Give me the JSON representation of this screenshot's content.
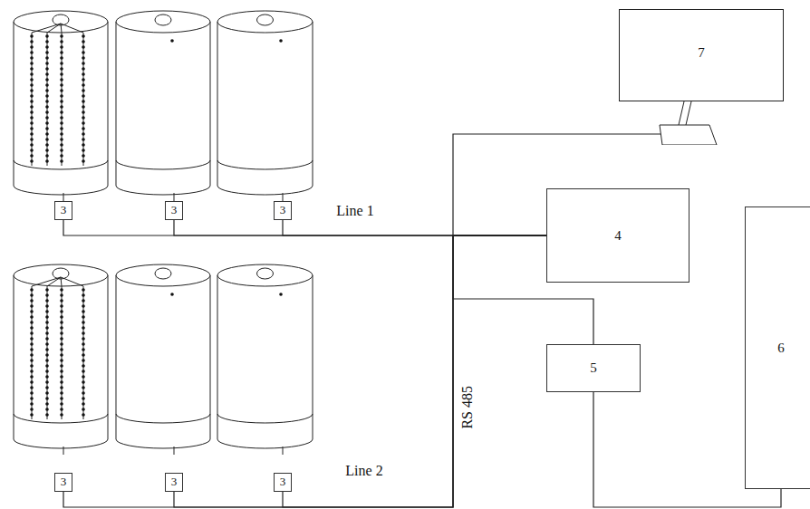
{
  "diagram": {
    "nodes": [
      {
        "text": [
          "7"
        ]
      },
      {
        "text": [
          "3"
        ]
      },
      {
        "text": [
          "3"
        ]
      },
      {
        "text": [
          "3"
        ]
      },
      {
        "text": [
          "4"
        ]
      },
      {
        "text": [
          "6"
        ]
      },
      {
        "text": [
          "5"
        ]
      },
      {
        "text": [
          "3"
        ]
      },
      {
        "text": [
          "3"
        ]
      },
      {
        "text": [
          "3"
        ]
      }
    ],
    "edges": [
      {
        "from": 1,
        "to": 4,
        "arrow": "none"
      },
      {
        "from": 2,
        "to": 4,
        "arrow": "none"
      },
      {
        "from": 3,
        "to": 4,
        "arrow": "none"
      },
      {
        "from": 7,
        "to": 4,
        "arrow": "none"
      },
      {
        "from": 8,
        "to": 4,
        "arrow": "none"
      },
      {
        "from": 9,
        "to": 4,
        "arrow": "none"
      },
      {
        "from": 4,
        "to": 0,
        "arrow": "none"
      },
      {
        "from": 4,
        "to": 6,
        "arrow": "none"
      },
      {
        "from": 6,
        "to": 5,
        "arrow": "none"
      }
    ],
    "labels": [
      "Line 1",
      "RS 485",
      "Line 2"
    ]
  }
}
